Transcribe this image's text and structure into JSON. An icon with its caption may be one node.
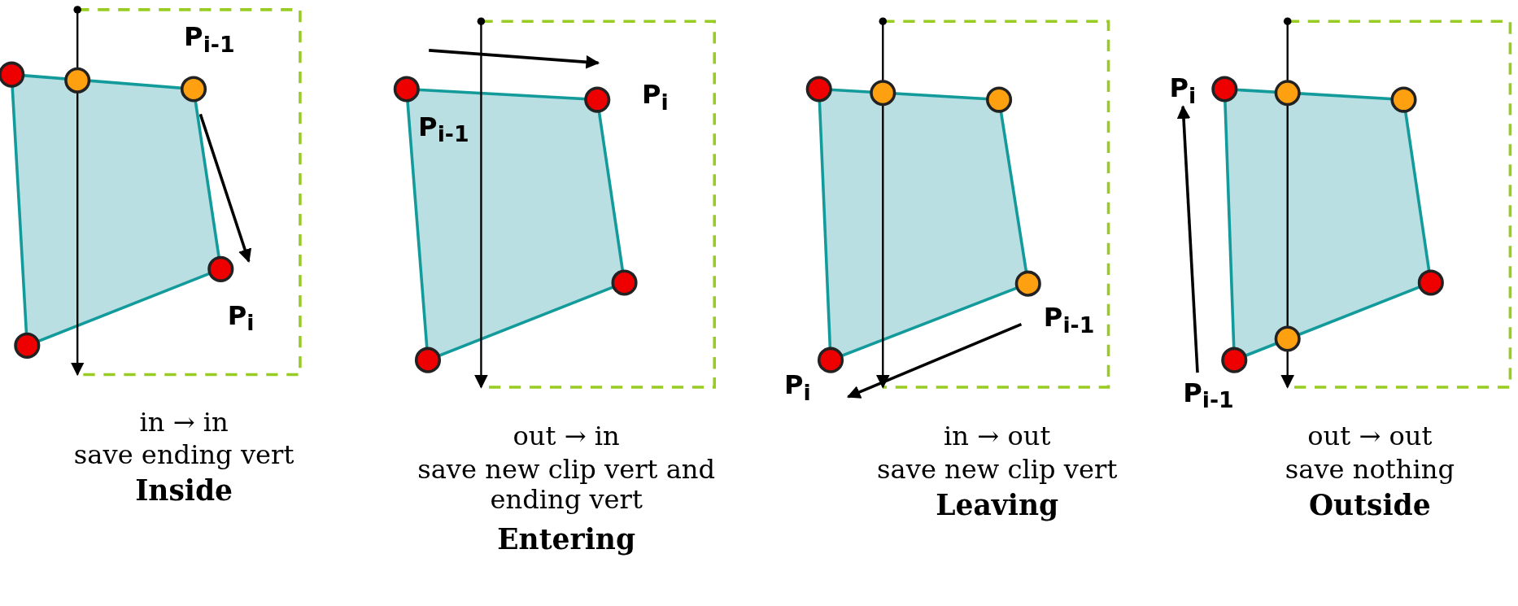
{
  "diagram": {
    "labels": [
      "P$_{i-1}$",
      "P$_{i}$",
      "in → in",
      "save ending vert",
      "Inside",
      "P$_{i}$",
      "P$_{i-1}$",
      "out → in",
      "save new clip vert and ending vert",
      "Entering",
      "P$_{i-1}$",
      "P$_{i}$",
      "in → out",
      "save new clip vert",
      "Leaving",
      "P$_{i}$",
      "P$_{i-1}$",
      "out → out",
      "save nothing",
      "Outside"
    ]
  }
}
